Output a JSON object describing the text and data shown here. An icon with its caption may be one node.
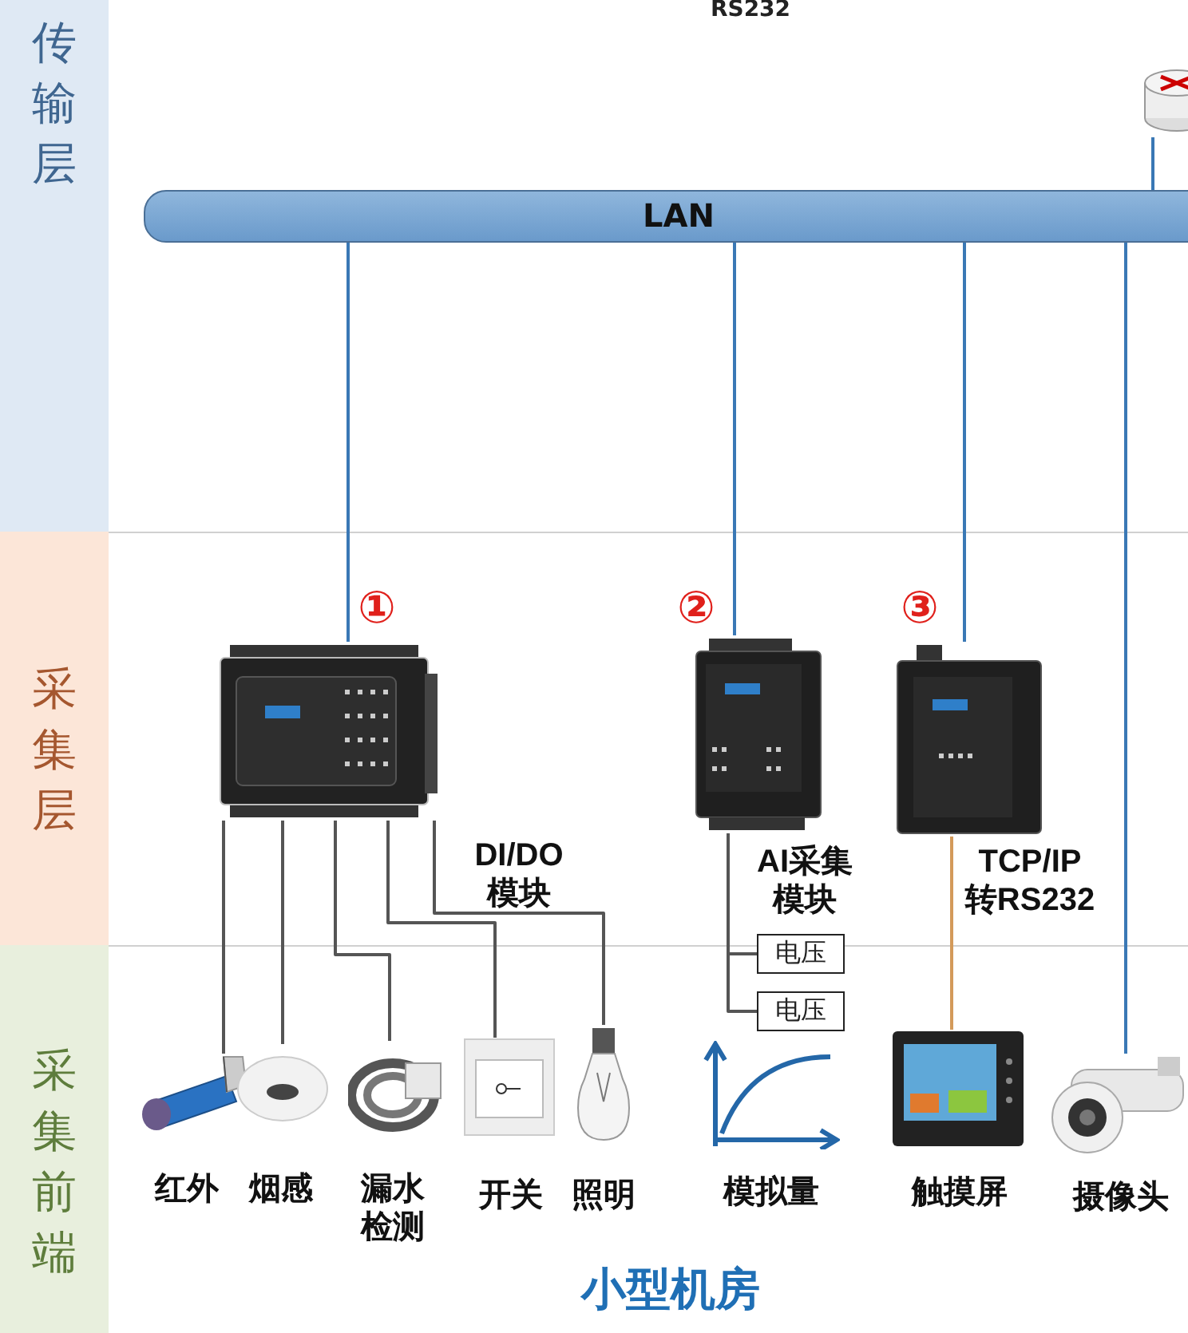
{
  "diagram": {
    "caption": "小型机房",
    "nodes": [
      {
        "text": [
          "传输层"
        ]
      },
      {
        "text": [
          "采集层"
        ]
      },
      {
        "text": [
          "采集前端"
        ]
      },
      {
        "text": [
          "LAN"
        ]
      },
      {
        "text": [],
        "shape": "picture"
      },
      {
        "text": [],
        "shape": "picture",
        "beside": [
          "①",
          "DI/DO模块"
        ]
      },
      {
        "text": [],
        "shape": "picture",
        "beside": [
          "②",
          "AI采集模块"
        ]
      },
      {
        "text": [],
        "shape": "picture",
        "beside": [
          "③",
          "TCP/IP转RS232"
        ]
      },
      {
        "text": [
          "电压"
        ]
      },
      {
        "text": [
          "电压"
        ]
      },
      {
        "text": [],
        "shape": "picture",
        "beside": [
          "红外"
        ]
      },
      {
        "text": [],
        "shape": "picture",
        "beside": [
          "烟感"
        ]
      },
      {
        "text": [],
        "shape": "picture",
        "beside": [
          "漏水检测"
        ]
      },
      {
        "text": [],
        "shape": "picture",
        "beside": [
          "开关"
        ]
      },
      {
        "text": [],
        "shape": "picture",
        "beside": [
          "照明"
        ]
      },
      {
        "text": [],
        "shape": "picture",
        "beside": [
          "模拟量"
        ]
      },
      {
        "text": [],
        "shape": "picture",
        "beside": [
          "触摸屏"
        ]
      },
      {
        "text": [],
        "shape": "picture",
        "beside": [
          "摄像头"
        ]
      }
    ],
    "edges": [
      {
        "from": 4,
        "to": 3,
        "arrow": "none",
        "color": "#3a78b5"
      },
      {
        "from": 3,
        "to": 5,
        "arrow": "none",
        "color": "#3a78b5"
      },
      {
        "from": 3,
        "to": 6,
        "arrow": "none",
        "color": "#3a78b5"
      },
      {
        "from": 3,
        "to": 7,
        "arrow": "none",
        "color": "#3a78b5"
      },
      {
        "from": 3,
        "to": 17,
        "arrow": "none",
        "color": "#3a78b5"
      },
      {
        "from": 5,
        "to": 10,
        "arrow": "none"
      },
      {
        "from": 5,
        "to": 11,
        "arrow": "none"
      },
      {
        "from": 5,
        "to": 12,
        "arrow": "none"
      },
      {
        "from": 5,
        "to": 13,
        "arrow": "none"
      },
      {
        "from": 5,
        "to": 14,
        "arrow": "none"
      },
      {
        "from": 6,
        "to": 8,
        "arrow": "none"
      },
      {
        "from": 6,
        "to": 9,
        "arrow": "none"
      },
      {
        "from": 7,
        "to": 16,
        "arrow": "none",
        "color": "#d39a5a"
      }
    ],
    "labels": [
      "RS232"
    ]
  }
}
